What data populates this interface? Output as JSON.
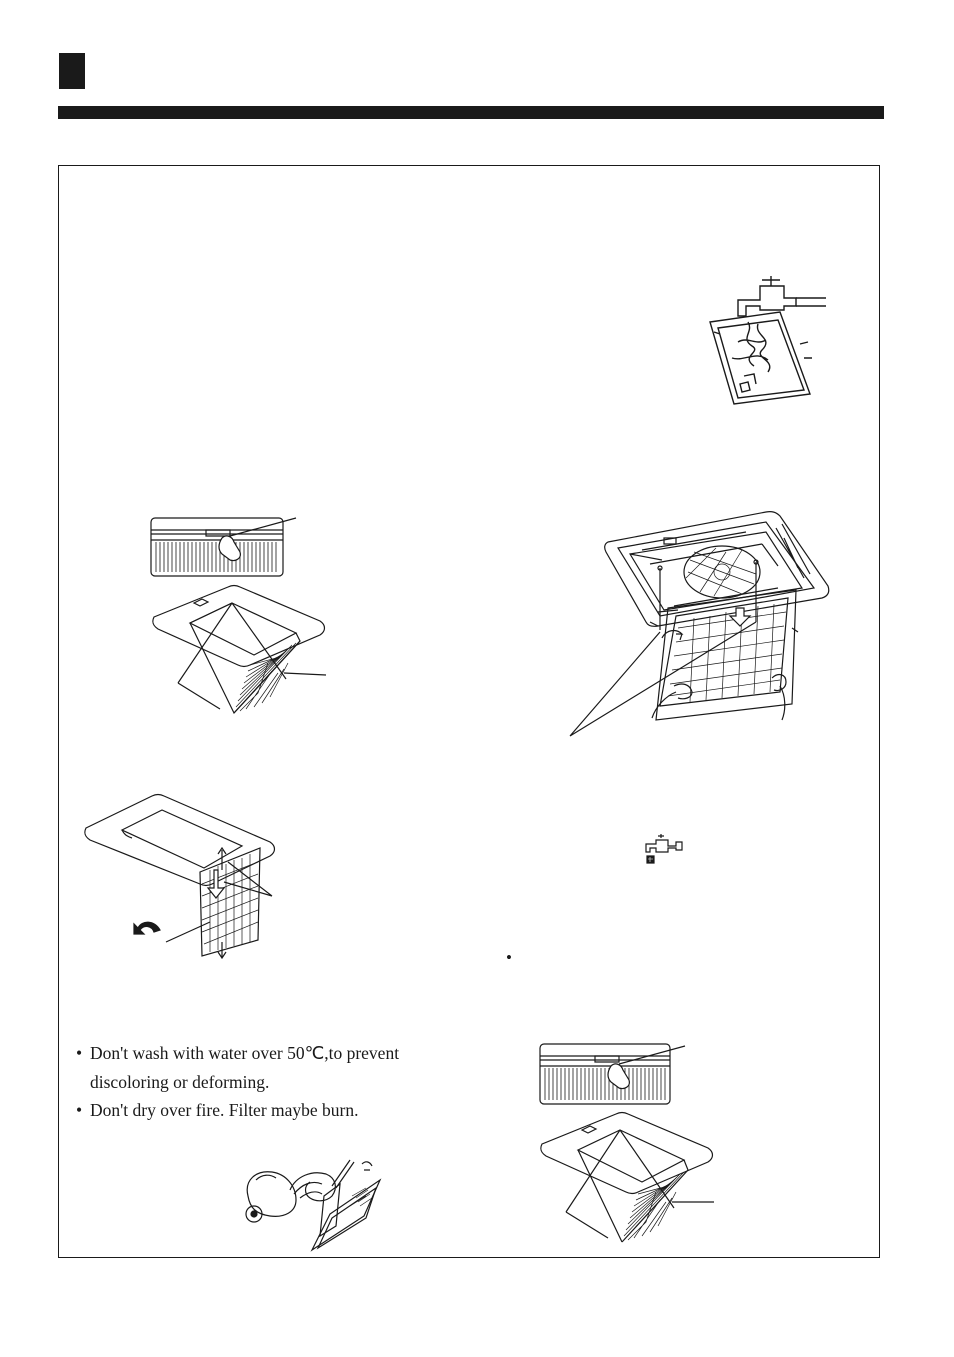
{
  "header": {
    "section_marker": "",
    "rule": ""
  },
  "notes": {
    "items": [
      {
        "bullet": "•",
        "line1": "Don't wash with water over 50℃,to prevent",
        "line2": "discoloring or deforming."
      },
      {
        "bullet": "•",
        "line1": "Don't dry over fire. Filter maybe burn.",
        "line2": ""
      }
    ]
  },
  "lone_bullet": "•",
  "illustrations": [
    "faucet-washing-filter",
    "grille-latch-detail",
    "open-grille-with-filter",
    "ceiling-cassette-open-panel",
    "filter-removal-from-grille",
    "faucet-small-icon",
    "vacuum-cleaning-filter",
    "grille-latch-detail-repeat",
    "open-grille-with-filter-repeat"
  ]
}
